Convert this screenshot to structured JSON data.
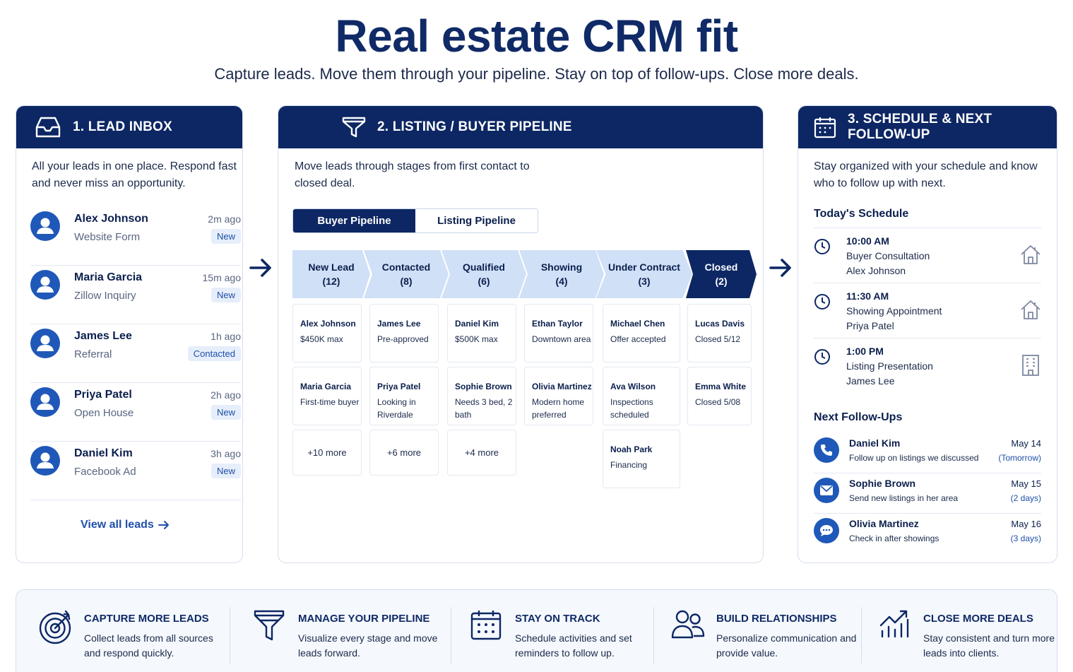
{
  "header": {
    "title": "Real estate CRM fit",
    "subtitle": "Capture leads. Move them through your pipeline. Stay on top of follow-ups. Close more deals."
  },
  "inbox": {
    "title": "1. LEAD INBOX",
    "description": "All your leads in one place. Respond fast and never miss an opportunity.",
    "leads": [
      {
        "name": "Alex Johnson",
        "source": "Website Form",
        "time": "2m ago",
        "status": "New"
      },
      {
        "name": "Maria Garcia",
        "source": "Zillow Inquiry",
        "time": "15m ago",
        "status": "New"
      },
      {
        "name": "James Lee",
        "source": "Referral",
        "time": "1h ago",
        "status": "Contacted"
      },
      {
        "name": "Priya Patel",
        "source": "Open House",
        "time": "2h ago",
        "status": "New"
      },
      {
        "name": "Daniel Kim",
        "source": "Facebook Ad",
        "time": "3h ago",
        "status": "New"
      }
    ],
    "view_all": "View all leads"
  },
  "pipeline": {
    "title": "2. LISTING / BUYER PIPELINE",
    "description": "Move leads through stages from first contact to closed deal.",
    "tabs": [
      {
        "label": "Buyer Pipeline",
        "active": true
      },
      {
        "label": "Listing Pipeline",
        "active": false
      }
    ],
    "stages": [
      {
        "name": "New Lead",
        "count": "(12)"
      },
      {
        "name": "Contacted",
        "count": "(8)"
      },
      {
        "name": "Qualified",
        "count": "(6)"
      },
      {
        "name": "Showing",
        "count": "(4)"
      },
      {
        "name": "Under Contract",
        "count": "(3)"
      },
      {
        "name": "Closed",
        "count": "(2)"
      }
    ],
    "columns": [
      {
        "cards": [
          {
            "name": "Alex Johnson",
            "note": "$450K max"
          },
          {
            "name": "Maria Garcia",
            "note": "First-time buyer"
          }
        ],
        "more": "+10 more"
      },
      {
        "cards": [
          {
            "name": "James Lee",
            "note": "Pre-approved"
          },
          {
            "name": "Priya Patel",
            "note": "Looking in Riverdale"
          }
        ],
        "more": "+6 more"
      },
      {
        "cards": [
          {
            "name": "Daniel Kim",
            "note": "$500K max"
          },
          {
            "name": "Sophie Brown",
            "note": "Needs 3 bed, 2 bath"
          }
        ],
        "more": "+4 more"
      },
      {
        "cards": [
          {
            "name": "Ethan Taylor",
            "note": "Downtown area"
          },
          {
            "name": "Olivia Martinez",
            "note": "Modern home preferred"
          }
        ],
        "more": ""
      },
      {
        "cards": [
          {
            "name": "Michael Chen",
            "note": "Offer accepted"
          },
          {
            "name": "Ava Wilson",
            "note": "Inspections scheduled"
          },
          {
            "name": "Noah Park",
            "note": "Financing"
          }
        ],
        "more": ""
      },
      {
        "cards": [
          {
            "name": "Lucas Davis",
            "note": "Closed 5/12"
          },
          {
            "name": "Emma White",
            "note": "Closed 5/08"
          }
        ],
        "more": ""
      }
    ]
  },
  "schedule": {
    "title": "3. SCHEDULE & NEXT FOLLOW-UP",
    "description": "Stay organized with your schedule and know who to follow up with next.",
    "today_heading": "Today's Schedule",
    "items": [
      {
        "time": "10:00 AM",
        "what": "Buyer Consultation",
        "person": "Alex Johnson",
        "icon": "house-icon"
      },
      {
        "time": "11:30 AM",
        "what": "Showing Appointment",
        "person": "Priya Patel",
        "icon": "house-icon"
      },
      {
        "time": "1:00 PM",
        "what": "Listing Presentation",
        "person": "James Lee",
        "icon": "building-icon"
      }
    ],
    "followups_heading": "Next Follow-Ups",
    "followups": [
      {
        "name": "Daniel Kim",
        "message": "Follow up on listings we discussed",
        "date": "May 14",
        "relative": "(Tomorrow)",
        "icon": "phone-icon"
      },
      {
        "name": "Sophie Brown",
        "message": "Send new listings in her area",
        "date": "May 15",
        "relative": "(2 days)",
        "icon": "mail-icon"
      },
      {
        "name": "Olivia Martinez",
        "message": "Check in after showings",
        "date": "May 16",
        "relative": "(3 days)",
        "icon": "chat-icon"
      }
    ]
  },
  "features": [
    {
      "title": "CAPTURE MORE LEADS",
      "description": "Collect leads from all sources and respond quickly.",
      "icon": "target-icon"
    },
    {
      "title": "MANAGE YOUR PIPELINE",
      "description": "Visualize every stage and move leads forward.",
      "icon": "funnel-icon"
    },
    {
      "title": "STAY ON TRACK",
      "description": "Schedule activities and set reminders to follow up.",
      "icon": "calendar-icon"
    },
    {
      "title": "BUILD RELATIONSHIPS",
      "description": "Personalize communication and provide value.",
      "icon": "people-icon"
    },
    {
      "title": "CLOSE MORE DEALS",
      "description": "Stay consistent and turn more leads into clients.",
      "icon": "growth-chart-icon"
    }
  ],
  "colors": {
    "navy": "#0d2764",
    "accent": "#1f58b8",
    "stage": "#cfe0f7"
  }
}
